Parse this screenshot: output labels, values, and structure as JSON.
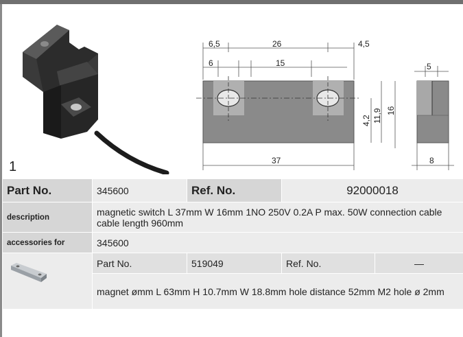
{
  "figure": {
    "number": "1",
    "dimensions": {
      "d6_5": "6,5",
      "d26": "26",
      "d4_5": "4,5",
      "d6": "6",
      "d15": "15",
      "d5": "5",
      "d4_2": "4,2",
      "d11_9": "11,9",
      "d16": "16",
      "d37": "37",
      "d8": "8"
    }
  },
  "header_row": {
    "part_label": "Part No.",
    "part_value": "345600",
    "ref_label": "Ref. No.",
    "ref_value": "92000018"
  },
  "description": {
    "label": "description",
    "text": "magnetic switch  L 37mm W 16mm 1NO 250V 0.2A P max. 50W connection cable cable length 960mm"
  },
  "accessories": {
    "label": "accessories for",
    "value": "345600",
    "item": {
      "part_label": "Part No.",
      "part_value": "519049",
      "ref_label": "Ref. No.",
      "ref_value": "—",
      "text": "magnet  ømm L 63mm H 10.7mm W 18.8mm hole distance 52mm M2 hole ø 2mm"
    }
  }
}
